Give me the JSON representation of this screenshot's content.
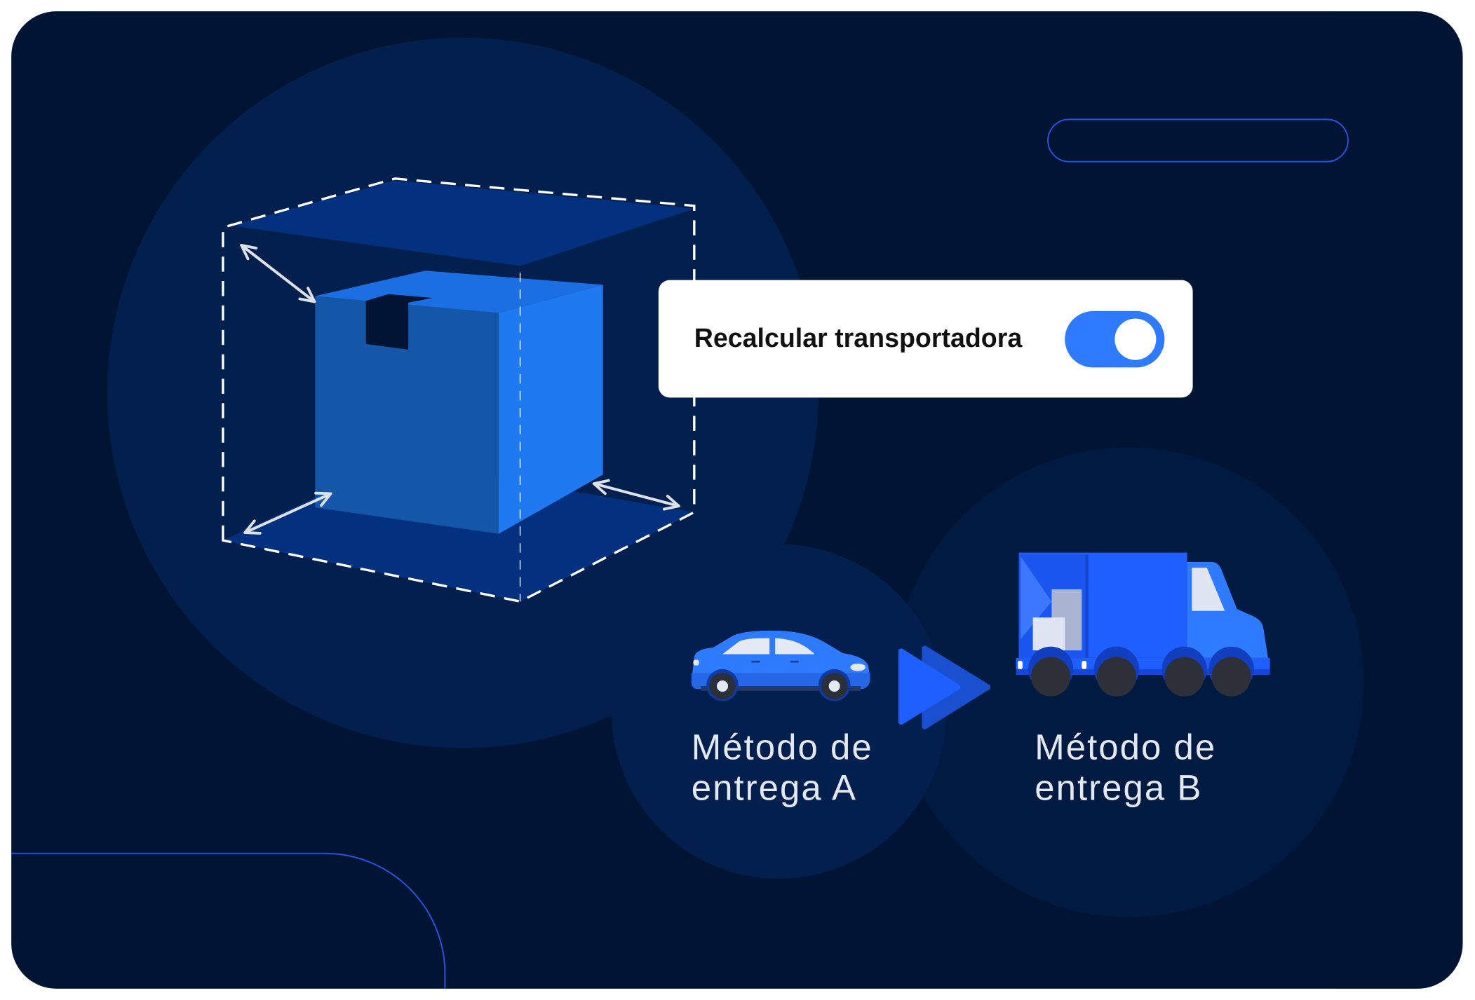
{
  "colors": {
    "page_background": "#ffffff",
    "canvas_background": "#011433",
    "panel_circle": "#021f4d",
    "panel_circle_dark": "#011a42",
    "accent_blue": "#2f7bff",
    "outline_blue": "#2452e0",
    "card_background": "#ffffff",
    "card_text": "#111111",
    "label_text": "#e3e8f2"
  },
  "toggle_card": {
    "label": "Recalcular transportadora",
    "toggle_on": true
  },
  "delivery_methods": [
    {
      "line1": "Método de",
      "line2": "entrega A",
      "icon": "car-icon"
    },
    {
      "line1": "Método de",
      "line2": "entrega B",
      "icon": "truck-icon"
    }
  ],
  "transition_icon": "double-play-arrow-icon",
  "package_icon": "package-dimensions-icon"
}
